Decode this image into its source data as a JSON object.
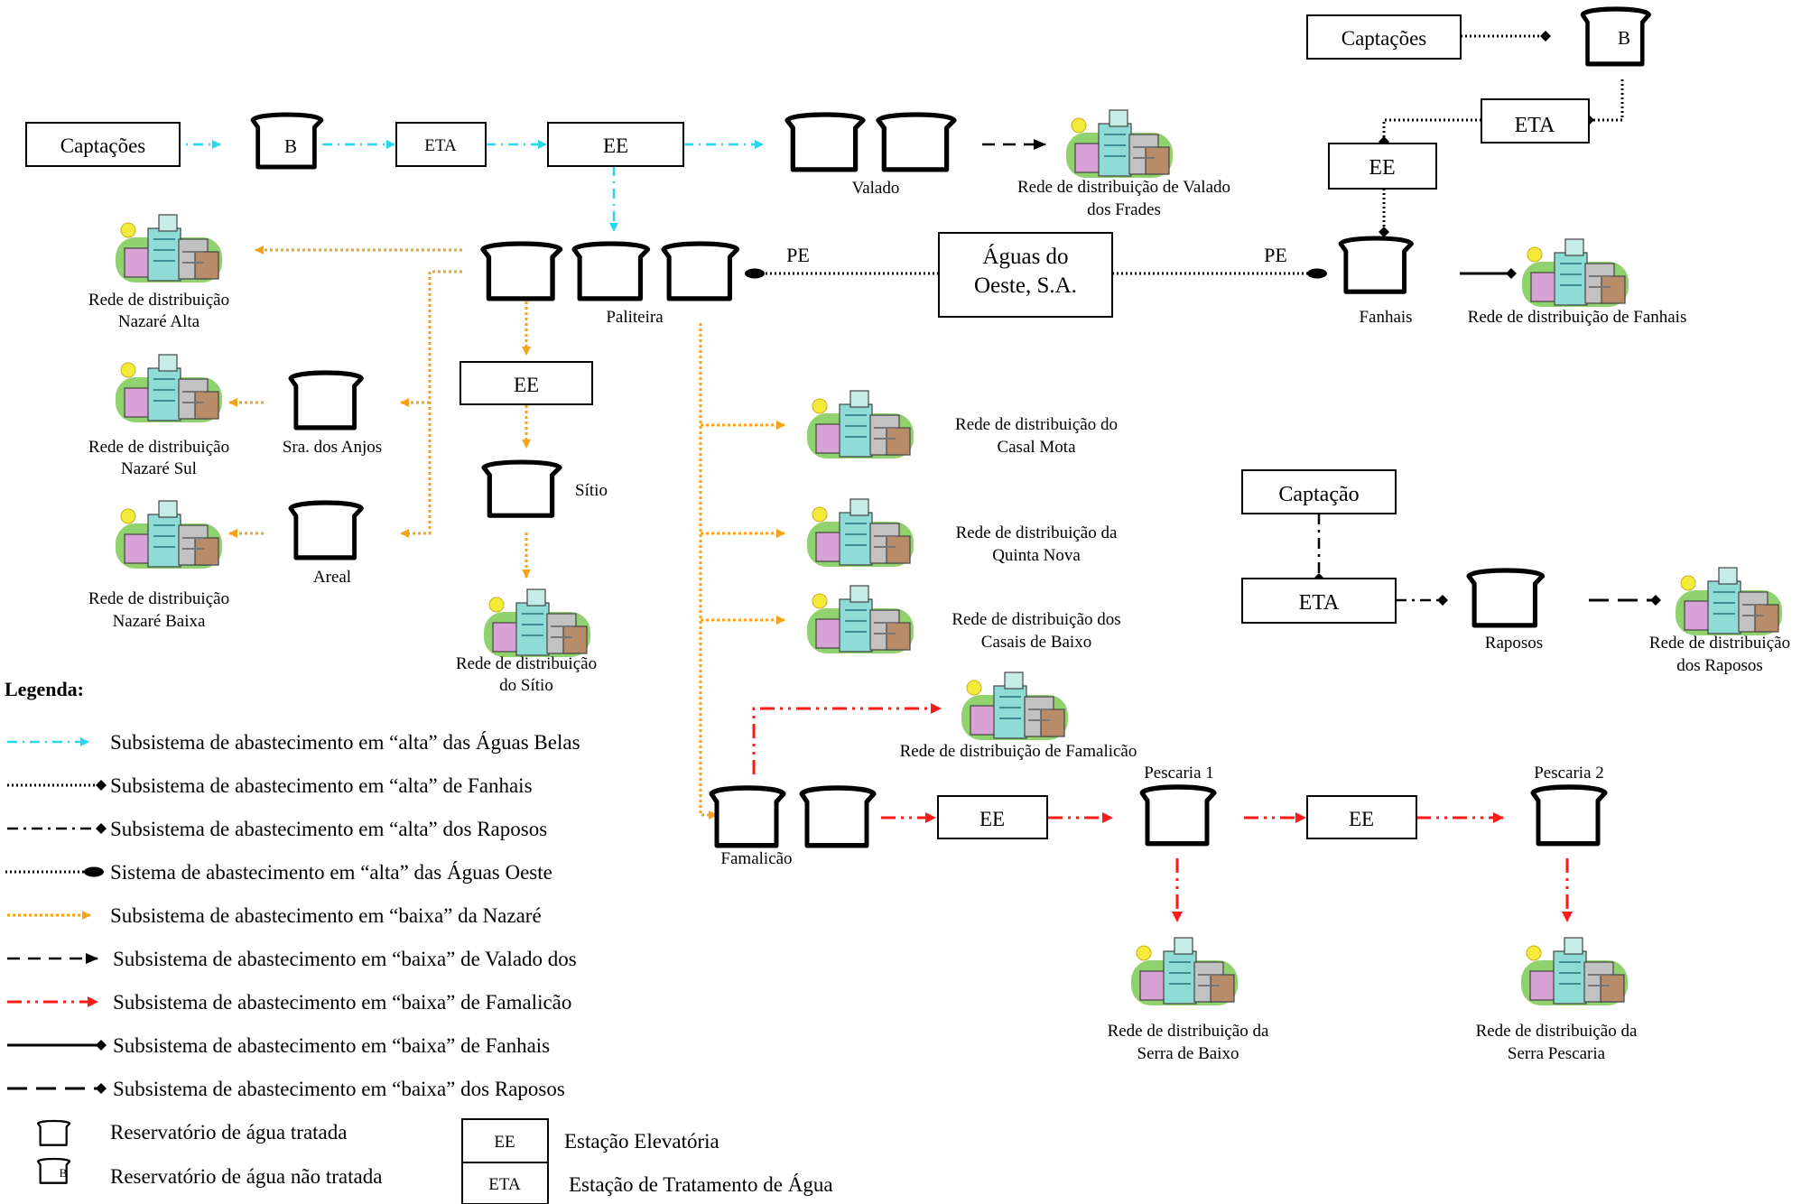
{
  "nodes": {
    "captacoes_left": "Captações",
    "b_left": "B",
    "eta_left": "ETA",
    "ee_top": "EE",
    "valado": "Valado",
    "rede_valado": [
      "Rede de distribuição de Valado",
      "dos Frades"
    ],
    "paliteira": "Paliteira",
    "aguas_oeste": [
      "Águas do",
      "Oeste, S.A."
    ],
    "pe_left": "PE",
    "pe_right": "PE",
    "captacoes_right": "Captações",
    "b_right": "B",
    "eta_right": "ETA",
    "ee_right": "EE",
    "fanhais": "Fanhais",
    "rede_fanhais": "Rede de distribuição de Fanhais",
    "rede_nazare_alta": [
      "Rede de distribuição",
      "Nazaré Alta"
    ],
    "rede_nazare_sul": [
      "Rede de distribuição",
      "Nazaré Sul"
    ],
    "sra_anjos": "Sra. dos Anjos",
    "rede_nazare_baixa": [
      "Rede de distribuição",
      "Nazaré Baixa"
    ],
    "areal": "Areal",
    "ee_mid": "EE",
    "sitio": "Sítio",
    "rede_sitio": [
      "Rede de distribuição",
      "do Sítio"
    ],
    "rede_casal_mota": [
      "Rede de distribuição do",
      "Casal Mota"
    ],
    "rede_quinta_nova": [
      "Rede de distribuição da",
      "Quinta Nova"
    ],
    "rede_casais_baixo": [
      "Rede de distribuição dos",
      "Casais de Baixo"
    ],
    "captacao": "Captação",
    "eta_raposos": "ETA",
    "raposos": "Raposos",
    "rede_raposos": [
      "Rede de distribuição",
      "dos Raposos"
    ],
    "rede_famalicao": "Rede de distribuição de Famalicão",
    "famalicao": "Famalicão",
    "ee_fam1": "EE",
    "pescaria1": "Pescaria 1",
    "ee_fam2": "EE",
    "pescaria2": "Pescaria 2",
    "rede_serra_baixo": [
      "Rede de distribuição da",
      "Serra de Baixo"
    ],
    "rede_serra_pescaria": [
      "Rede de distribuição da",
      "Serra Pescaria"
    ]
  },
  "legend": {
    "title": "Legenda:",
    "items": [
      "Subsistema de abastecimento em “alta” das Águas Belas",
      "Subsistema de abastecimento em “alta” de Fanhais",
      "Subsistema de abastecimento em “alta” dos Raposos",
      "Sistema de abastecimento em “alta” das Águas Oeste",
      "Subsistema de abastecimento em “baixa” da Nazaré",
      "Subsistema de abastecimento em “baixa” de Valado dos",
      "Subsistema de abastecimento em “baixa” de Famalicão",
      "Subsistema de abastecimento em “baixa” de Fanhais",
      "Subsistema de abastecimento em “baixa” dos Raposos"
    ],
    "res_treated": "Reservatório de água tratada",
    "res_untreated": "Reservatório de água não tratada",
    "res_untreated_mark": "B",
    "ee_abbr": "EE",
    "ee_desc": "Estação Elevatória",
    "eta_abbr": "ETA",
    "eta_desc": "Estação de Tratamento de Água"
  },
  "colors": {
    "alta_aguas_belas": "#29d6f0",
    "baixa_nazare": "#f7a21b",
    "baixa_famalicao": "#ff1a1a",
    "other_lines": "#000000"
  }
}
